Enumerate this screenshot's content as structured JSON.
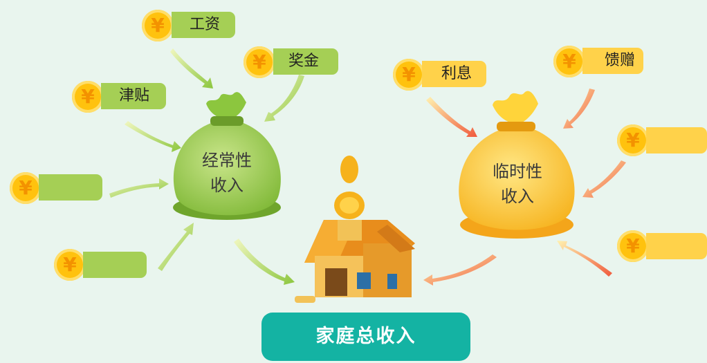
{
  "center": {
    "label": "家庭总收入"
  },
  "regular": {
    "label_line1": "经常性",
    "label_line2": "收入",
    "items": [
      "工资",
      "奖金",
      "津贴",
      "",
      ""
    ]
  },
  "temporary": {
    "label_line1": "临时性",
    "label_line2": "收入",
    "items": [
      "利息",
      "馈赠",
      "",
      ""
    ]
  },
  "coin_symbol": "¥",
  "colors": {
    "regular": "#a5cf55",
    "temporary": "#ffd24a",
    "center": "#14b3a3",
    "coin": "#ffc20e",
    "background": "#e9f5ee"
  }
}
